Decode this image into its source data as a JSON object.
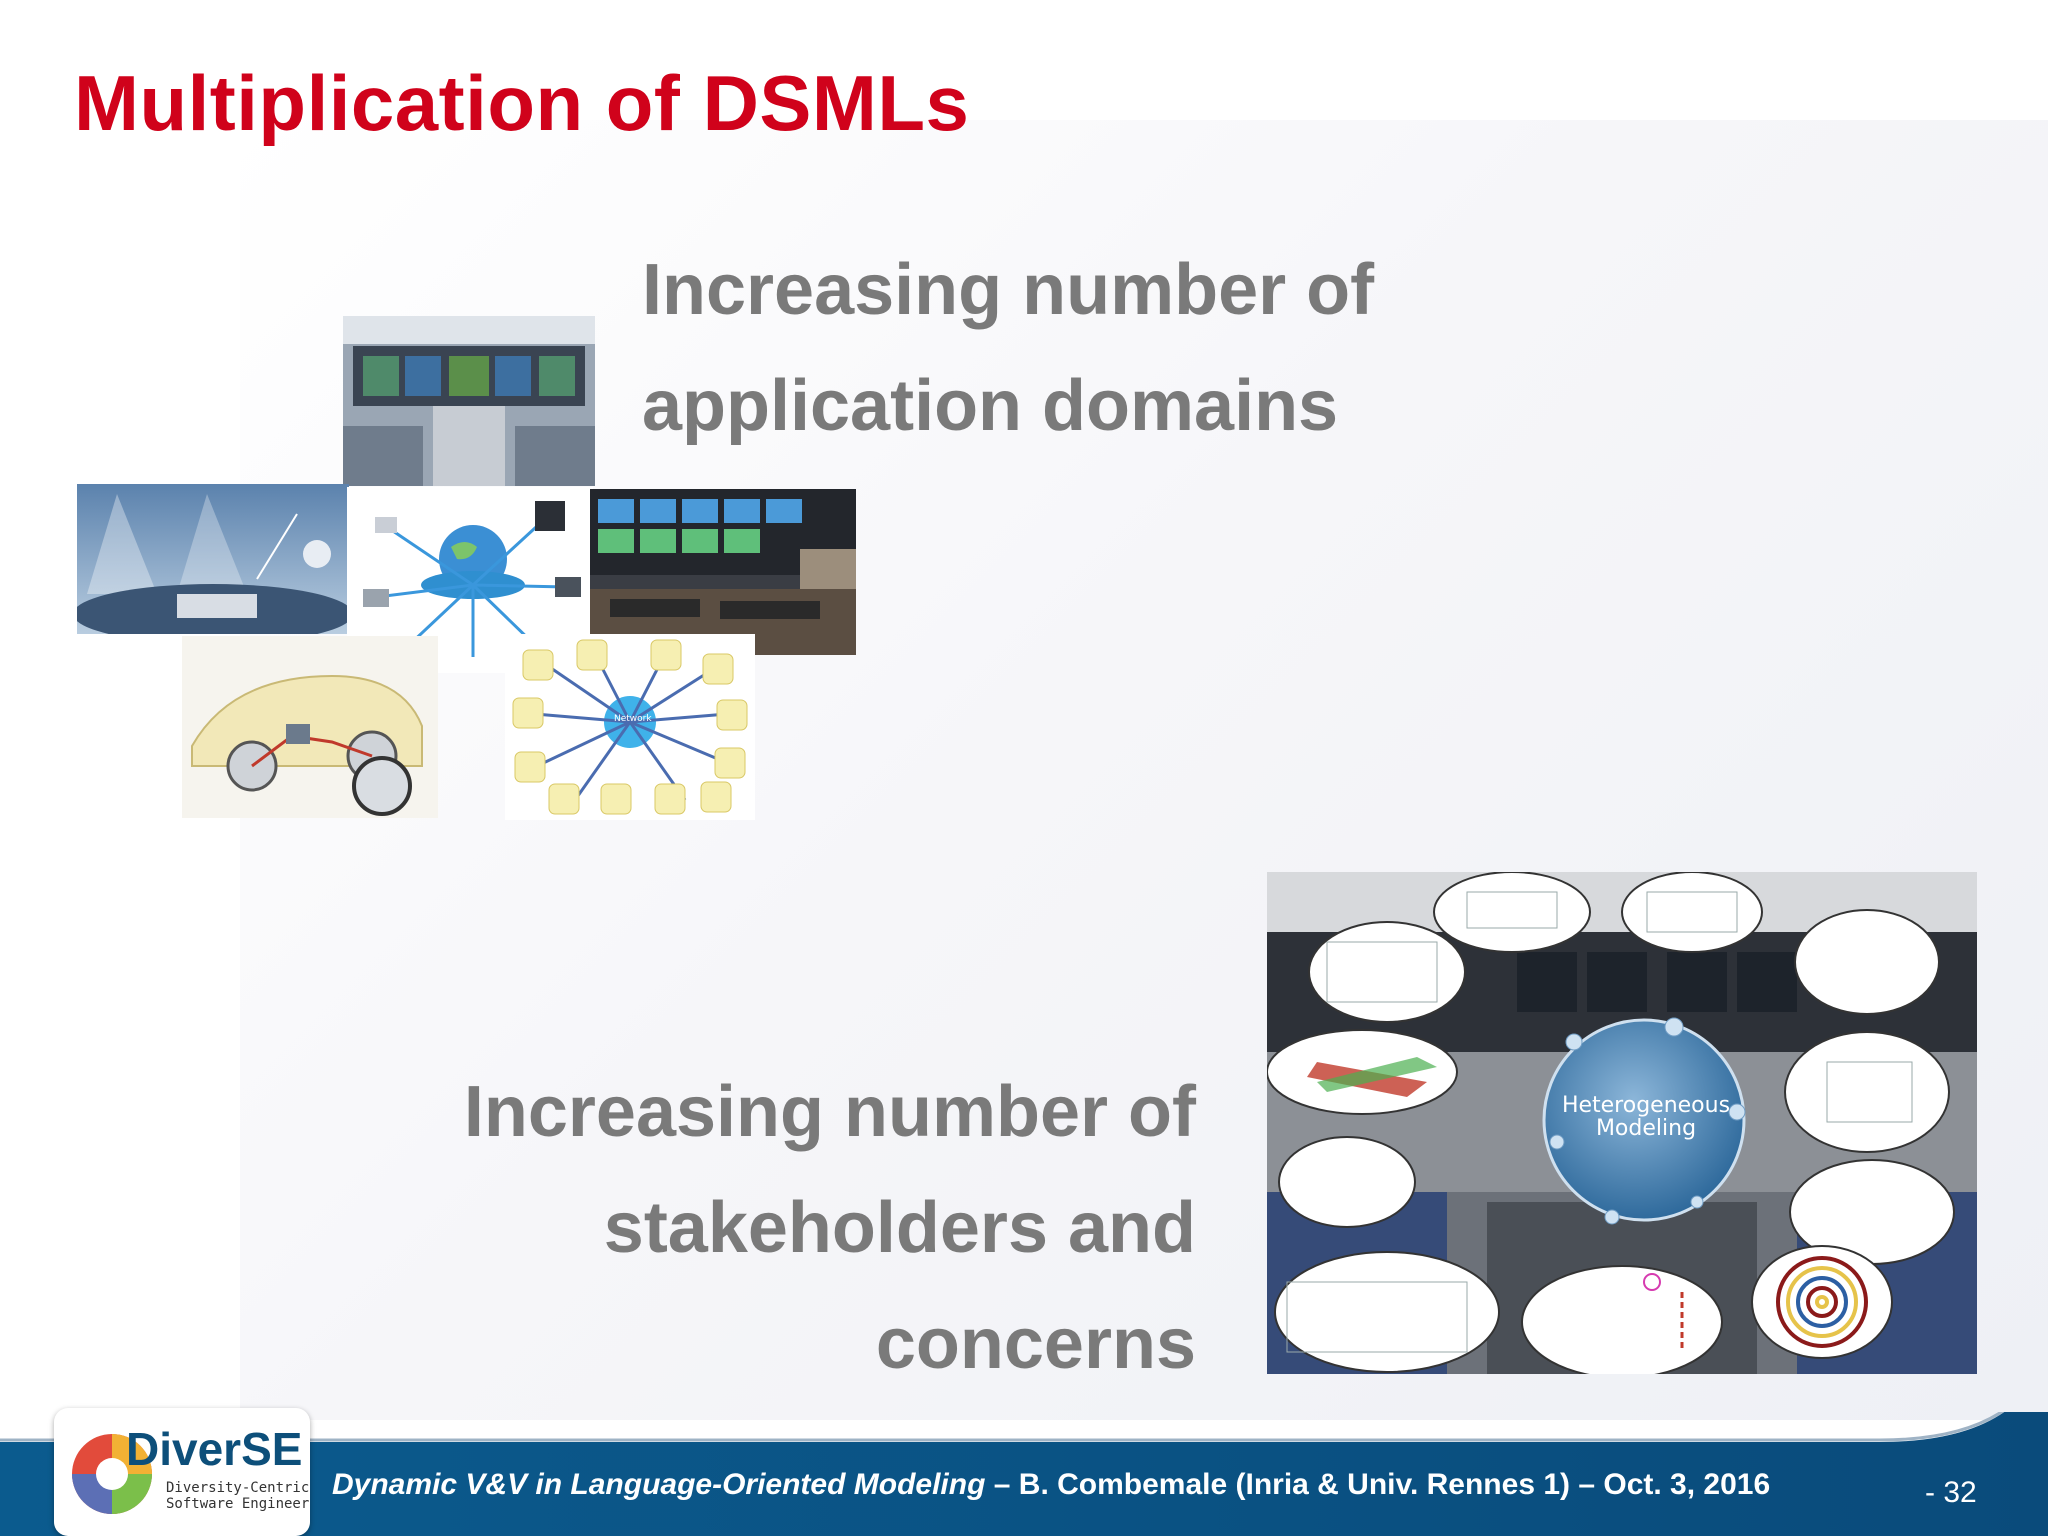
{
  "slide": {
    "title": "Multiplication of DSMLs",
    "heading_top": {
      "line1": "Increasing number of",
      "line2": "application domains"
    },
    "heading_bottom": {
      "line1": "Increasing number of",
      "line2": "stakeholders and",
      "line3": "concerns"
    },
    "collage_top": {
      "network_label": "Network"
    },
    "cockpit_image": {
      "center_label": "Heterogeneous Modeling"
    }
  },
  "footer": {
    "talk_title": "Dynamic V&V in Language-Oriented Modeling",
    "rest": " – B. Combemale (Inria & Univ. Rennes 1) – Oct. 3, 2016",
    "page_number": "- 32",
    "logo_name": "DiverSE",
    "logo_sub1": "Diversity-Centric",
    "logo_sub2": "Software Engineering"
  },
  "colors": {
    "title": "#d0021b",
    "heading": "#7a7a7a",
    "footer_band": "#0e5a8a"
  }
}
